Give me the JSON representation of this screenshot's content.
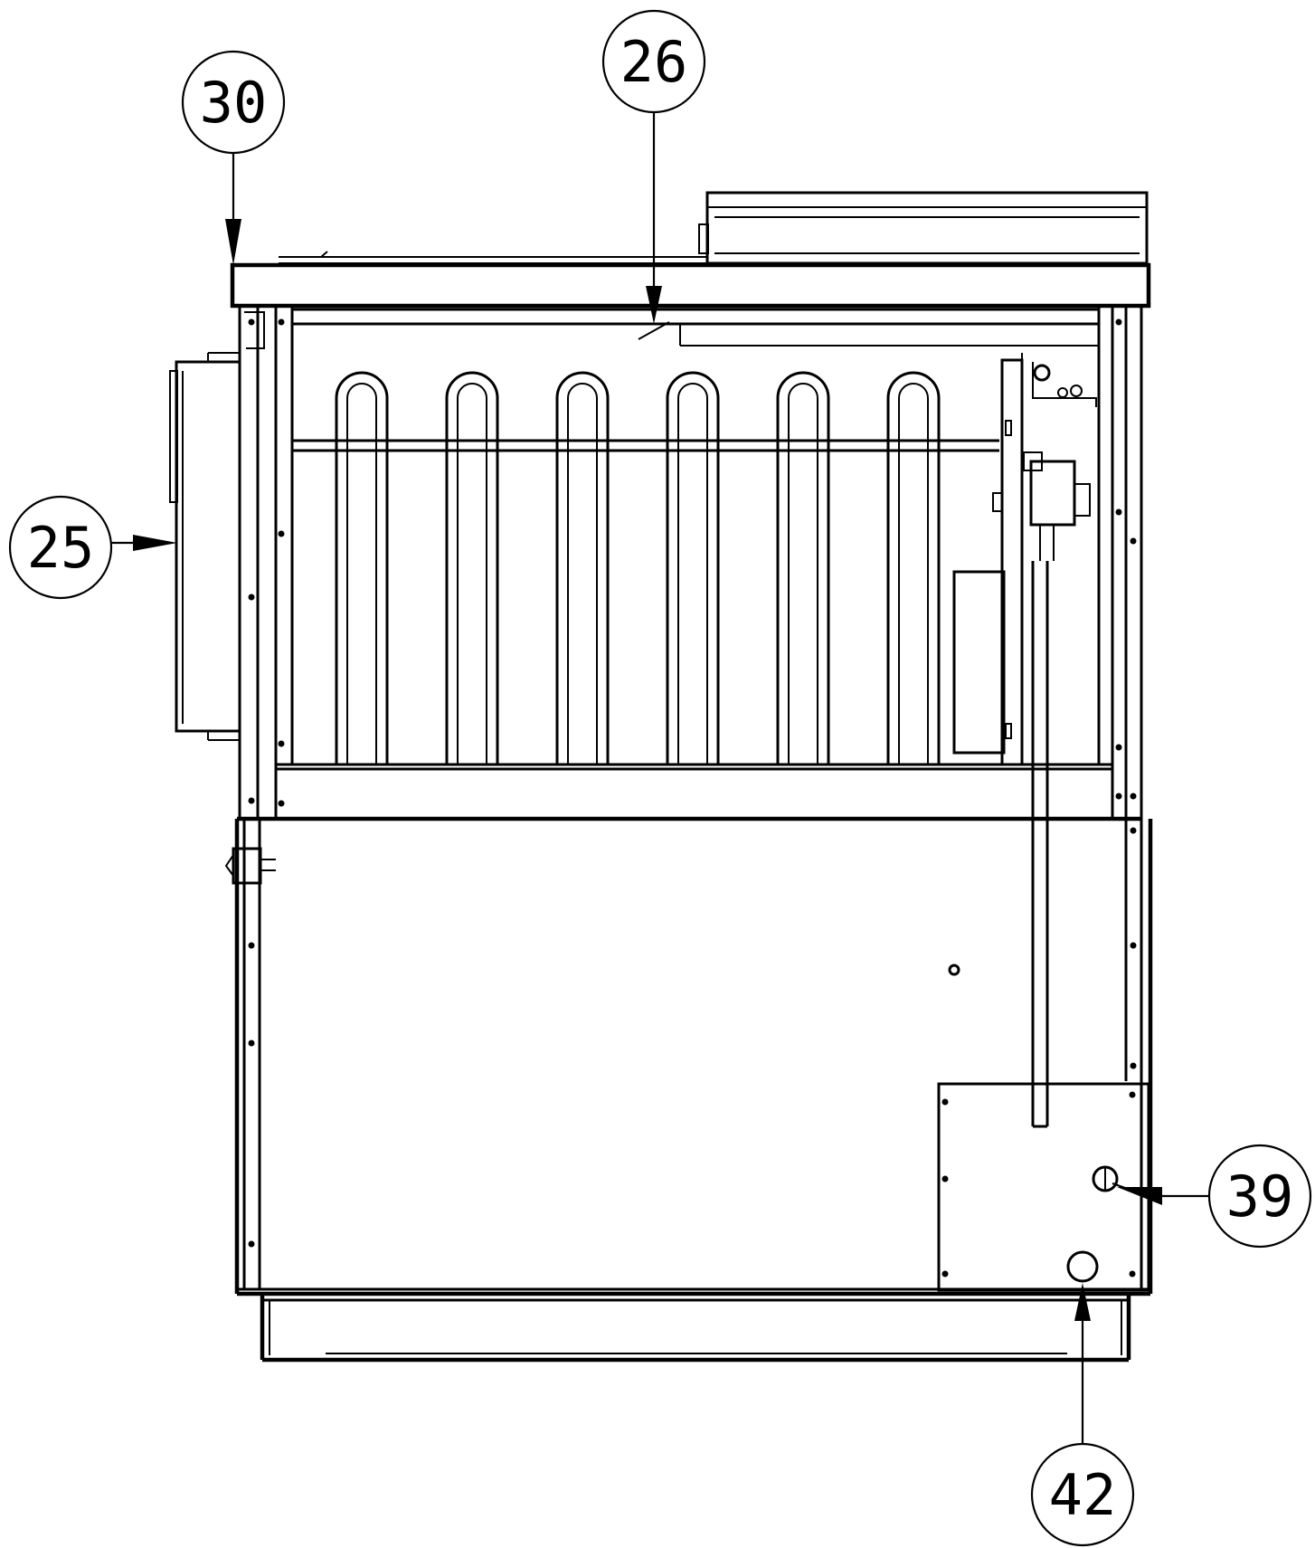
{
  "drawing": {
    "callouts": [
      {
        "id": "c30",
        "label": "30"
      },
      {
        "id": "c26",
        "label": "26"
      },
      {
        "id": "c25",
        "label": "25"
      },
      {
        "id": "c39",
        "label": "39"
      },
      {
        "id": "c42",
        "label": "42"
      }
    ]
  }
}
